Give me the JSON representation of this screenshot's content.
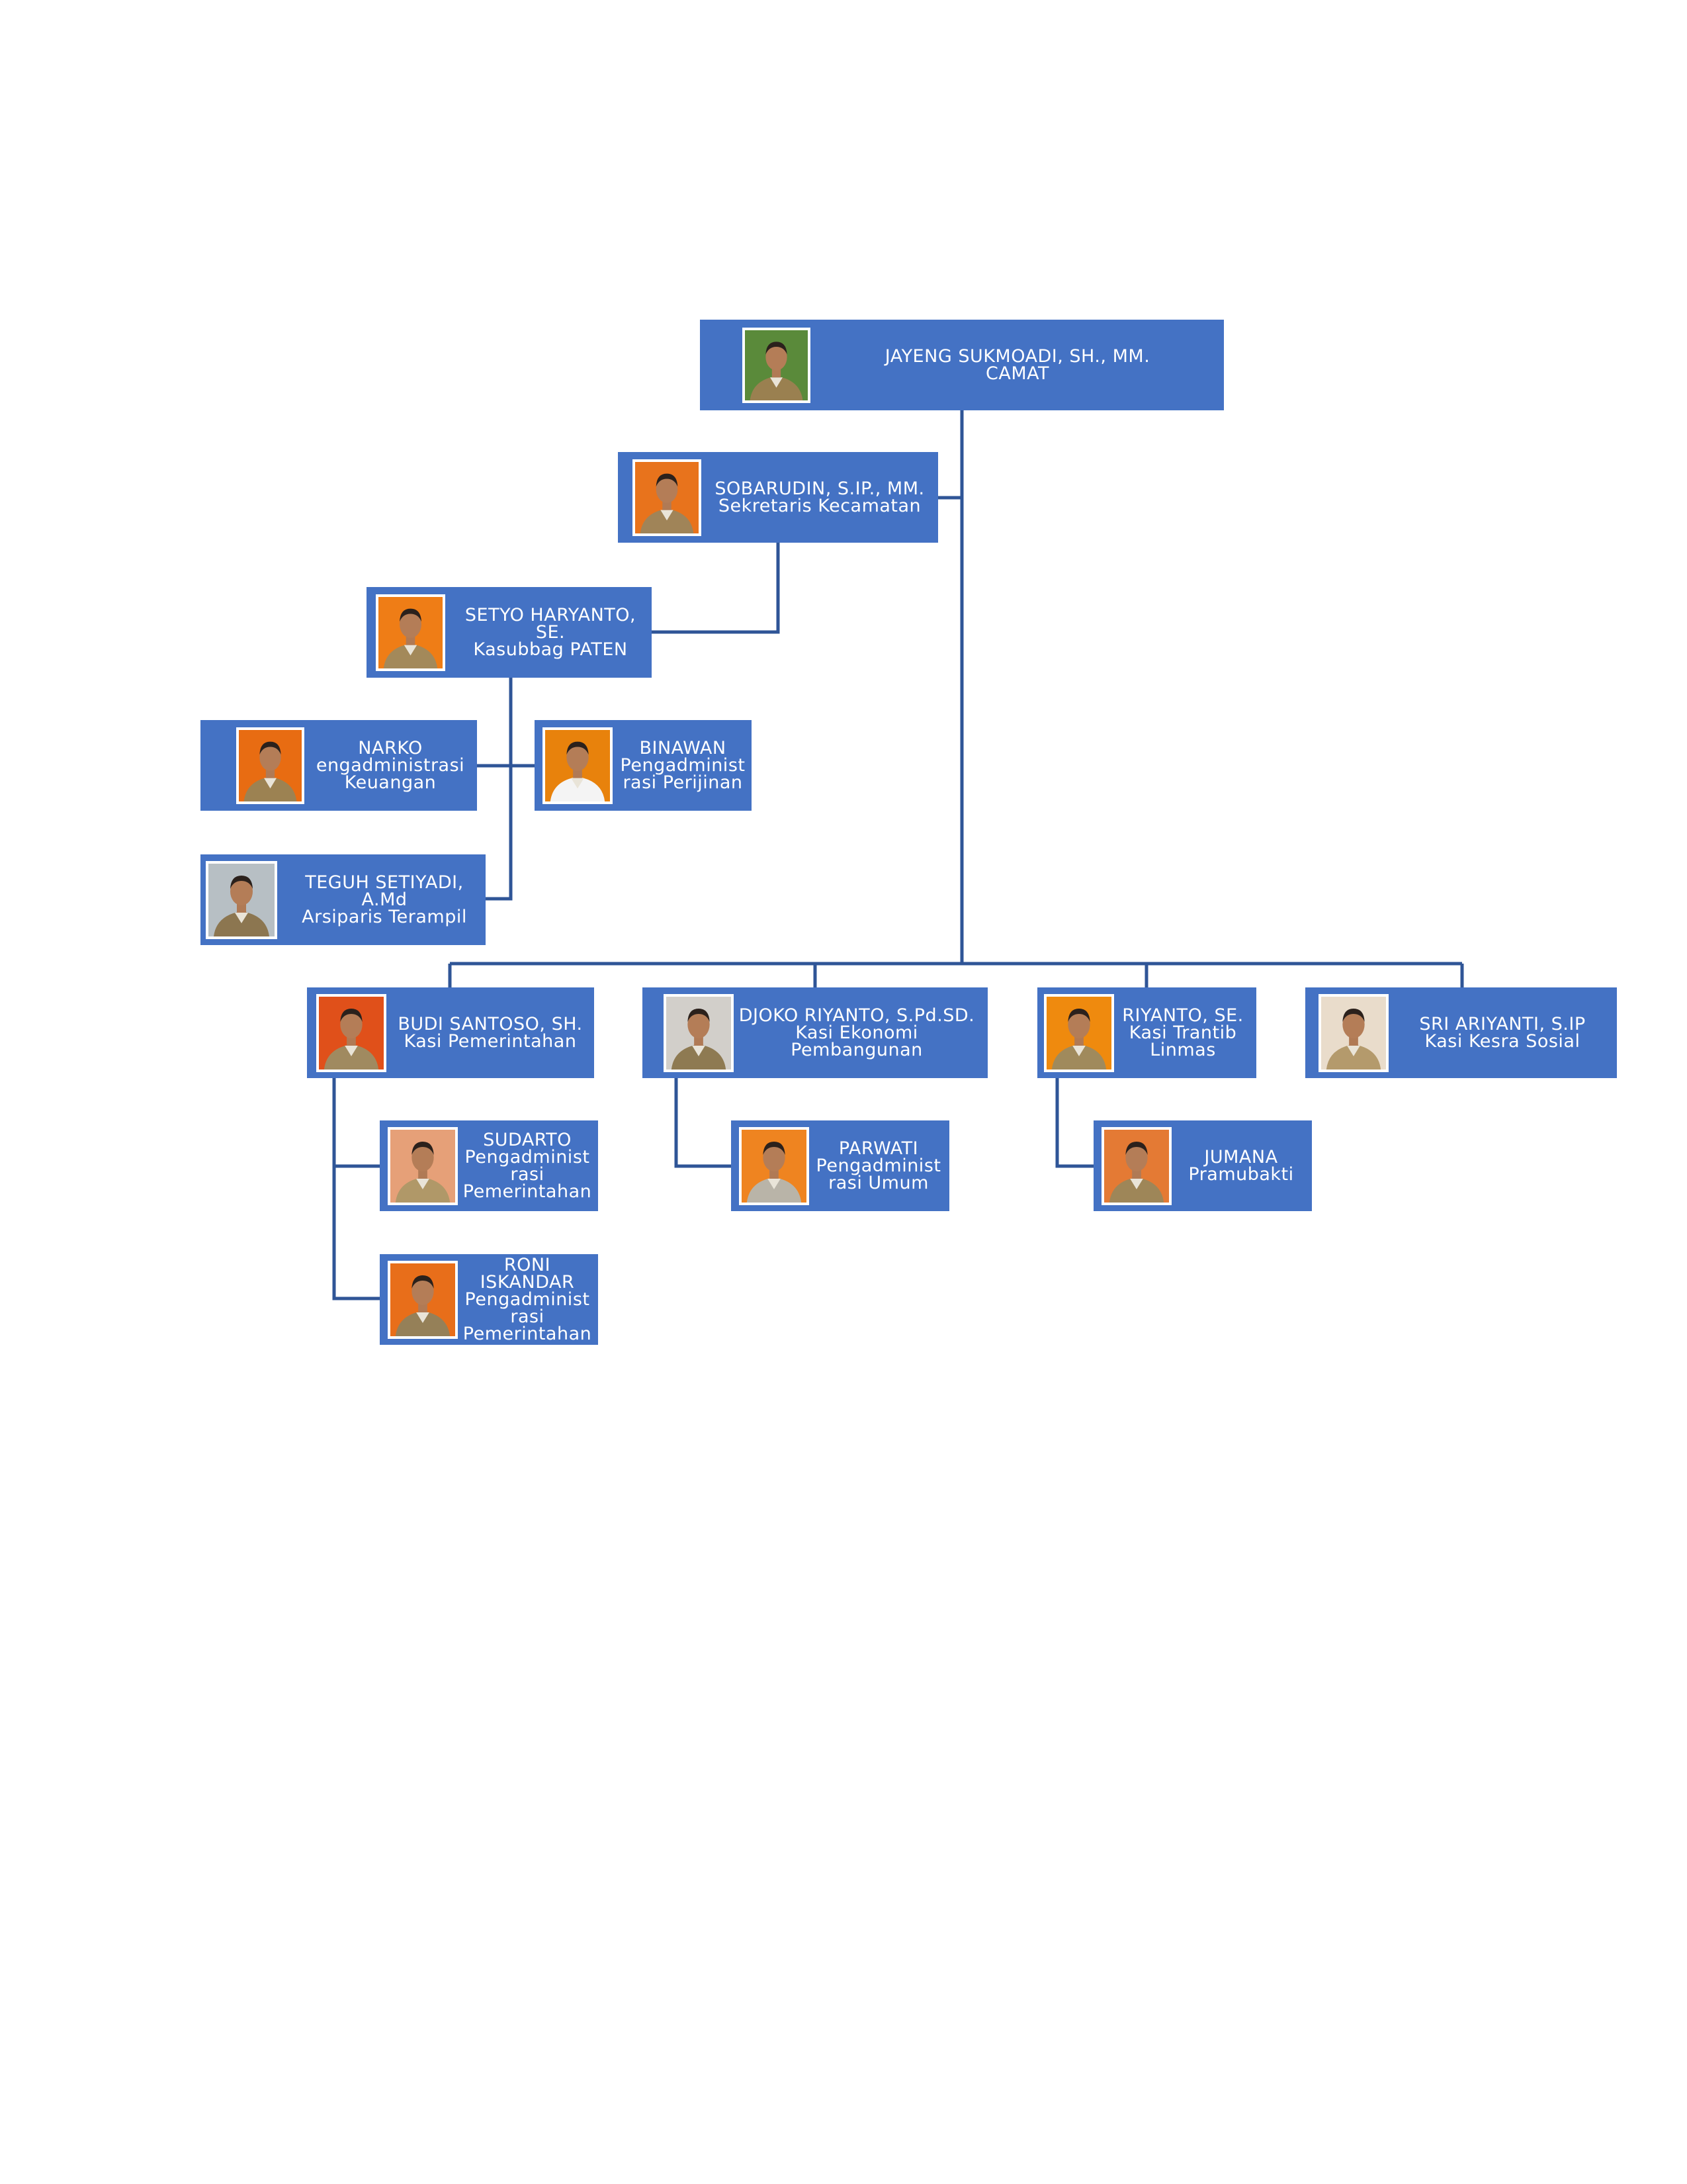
{
  "colors": {
    "box": "#4472c4",
    "connector": "#2f5597",
    "text": "#ffffff",
    "frame": "#ffffff"
  },
  "people": [
    {
      "id": "camat",
      "lines": [
        "JAYENG SUKMOADI, SH., MM.",
        "CAMAT"
      ],
      "photo_bg": "#5a8a3a",
      "uniform": "#9a8050",
      "photo_icon": "portrait-icon"
    },
    {
      "id": "sekcam",
      "lines": [
        "SOBARUDIN, S.IP., MM.",
        "Sekretaris Kecamatan"
      ],
      "photo_bg": "#e8731c",
      "uniform": "#a08458",
      "photo_icon": "portrait-icon"
    },
    {
      "id": "kasubbag-paten",
      "lines": [
        "SETYO HARYANTO,",
        "SE.",
        "Kasubbag PATEN"
      ],
      "photo_bg": "#ef7d16",
      "uniform": "#a3895a",
      "photo_icon": "portrait-icon"
    },
    {
      "id": "narko",
      "lines": [
        "NARKO",
        "engadministrasi",
        "Keuangan"
      ],
      "photo_bg": "#e86c12",
      "uniform": "#9c8252",
      "photo_icon": "portrait-icon"
    },
    {
      "id": "binawan",
      "lines": [
        "BINAWAN",
        "Pengadminist",
        "rasi Perijinan"
      ],
      "photo_bg": "#e8820c",
      "uniform": "#f4f4f4",
      "photo_icon": "portrait-icon"
    },
    {
      "id": "teguh",
      "lines": [
        "TEGUH SETIYADI,",
        "A.Md",
        "Arsiparis Terampil"
      ],
      "photo_bg": "#b7bfc4",
      "uniform": "#8c7650",
      "photo_icon": "portrait-icon"
    },
    {
      "id": "budi",
      "lines": [
        "BUDI SANTOSO, SH.",
        "Kasi Pemerintahan"
      ],
      "photo_bg": "#e0501a",
      "uniform": "#a08a60",
      "photo_icon": "portrait-icon"
    },
    {
      "id": "djoko",
      "lines": [
        "DJOKO RIYANTO, S.Pd.SD.",
        "Kasi Ekonomi",
        "Pembangunan"
      ],
      "photo_bg": "#d2cfca",
      "uniform": "#8e7a52",
      "photo_icon": "portrait-icon"
    },
    {
      "id": "riyanto",
      "lines": [
        "RIYANTO, SE.",
        "Kasi Trantib",
        "Linmas"
      ],
      "photo_bg": "#ef8a0e",
      "uniform": "#a08a5c",
      "photo_icon": "portrait-icon"
    },
    {
      "id": "sri",
      "lines": [
        "SRI ARIYANTI, S.IP",
        "Kasi Kesra Sosial"
      ],
      "photo_bg": "#e9dccb",
      "uniform": "#b49a6c",
      "photo_icon": "portrait-icon"
    },
    {
      "id": "sudarto",
      "lines": [
        "SUDARTO",
        "Pengadminist",
        "rasi",
        "Pemerintahan"
      ],
      "photo_bg": "#e6a078",
      "uniform": "#b09868",
      "photo_icon": "portrait-icon"
    },
    {
      "id": "roni",
      "lines": [
        "RONI",
        "ISKANDAR",
        "Pengadminist",
        "rasi",
        "Pemerintahan"
      ],
      "photo_bg": "#e86e1a",
      "uniform": "#958058",
      "photo_icon": "portrait-icon"
    },
    {
      "id": "parwati",
      "lines": [
        "PARWATI",
        "Pengadminist",
        "rasi Umum"
      ],
      "photo_bg": "#ef8420",
      "uniform": "#b9b4a8",
      "photo_icon": "portrait-icon"
    },
    {
      "id": "jumana",
      "lines": [
        "JUMANA",
        "Pramubakti"
      ],
      "photo_bg": "#e47a34",
      "uniform": "#9e8658",
      "photo_icon": "portrait-icon"
    }
  ]
}
